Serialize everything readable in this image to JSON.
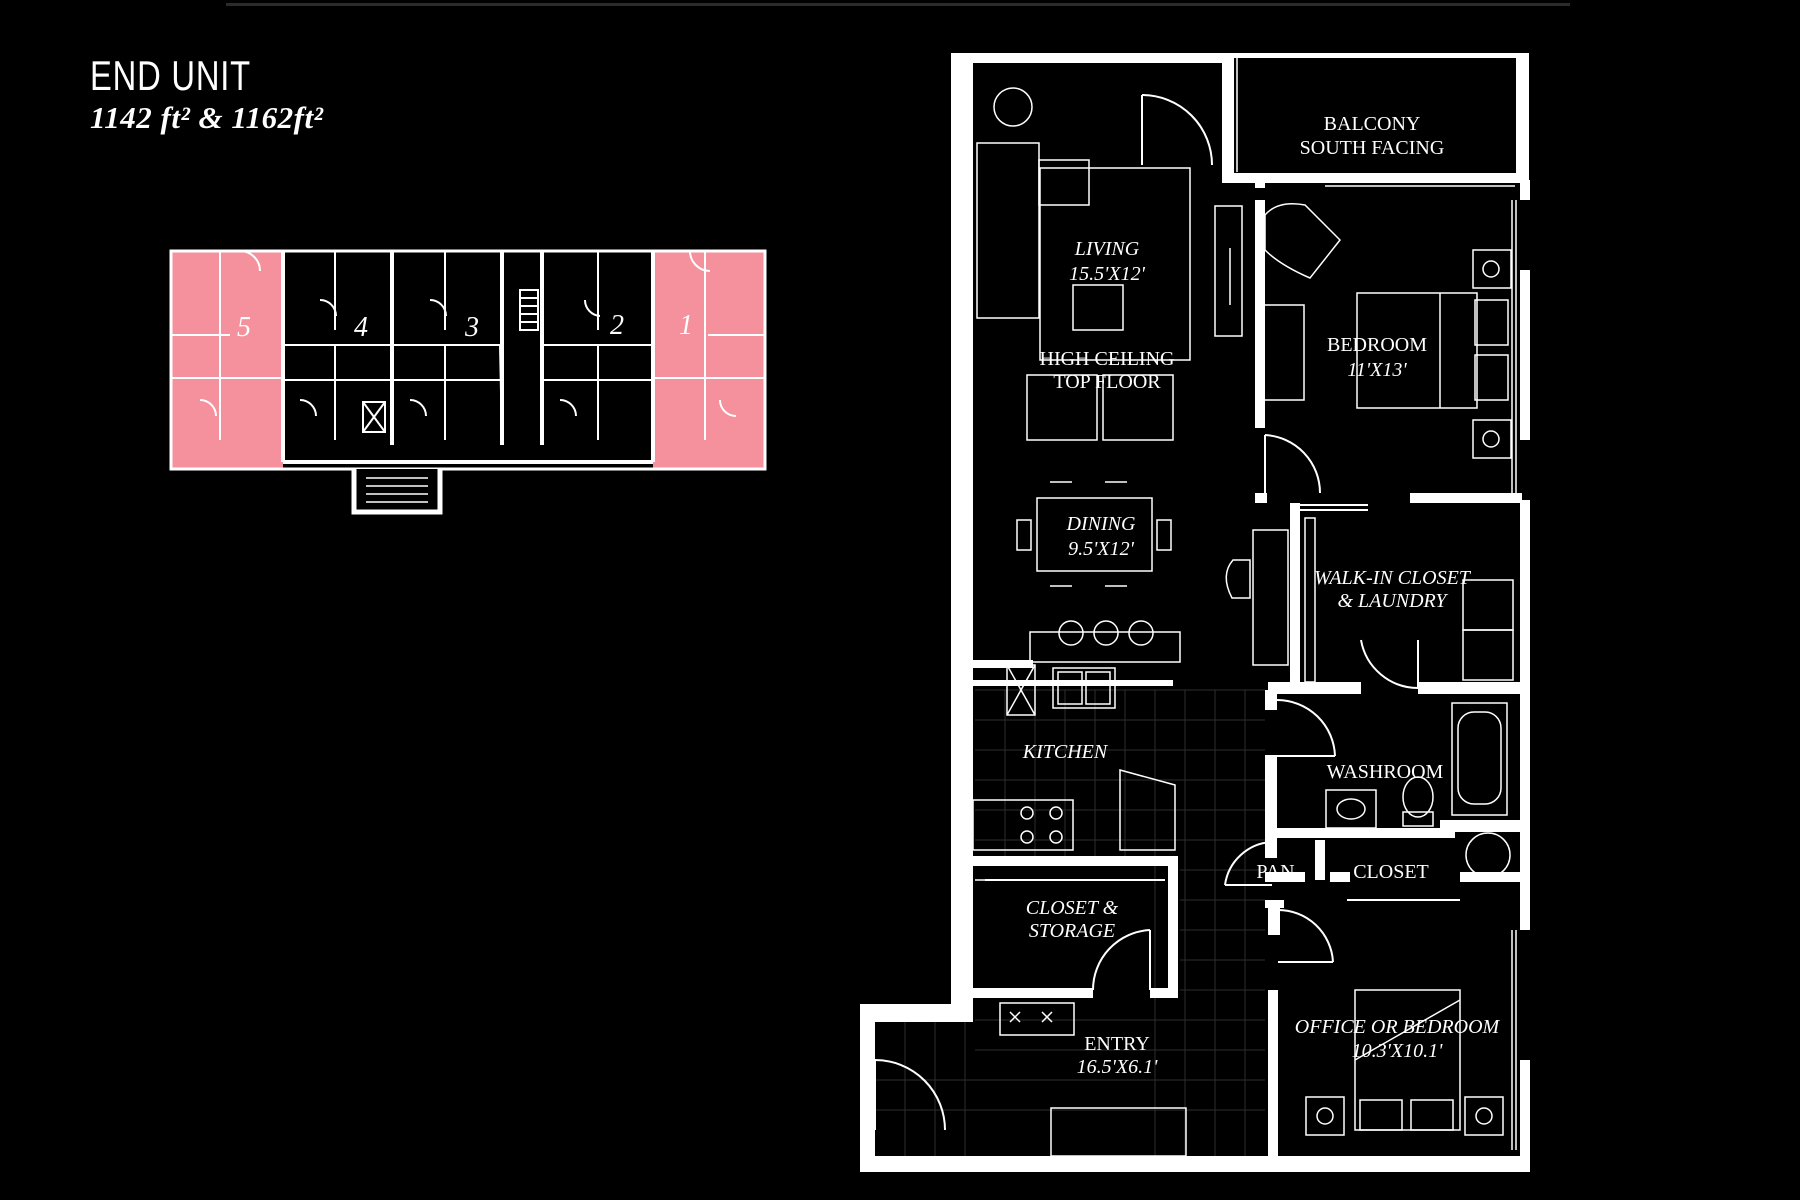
{
  "header": {
    "title": "END UNIT",
    "area": "1142 ft² & 1162ft²"
  },
  "key_plan": {
    "highlight_color": "#f4919c",
    "units": [
      {
        "number": "1",
        "highlighted": true
      },
      {
        "number": "2",
        "highlighted": false
      },
      {
        "number": "3",
        "highlighted": false
      },
      {
        "number": "4",
        "highlighted": false
      },
      {
        "number": "5",
        "highlighted": true
      }
    ]
  },
  "rooms": {
    "balcony": {
      "line1": "BALCONY",
      "line2": "SOUTH FACING"
    },
    "living": {
      "line1": "LIVING",
      "line2": "15.5'X12'"
    },
    "ceiling_note": {
      "line1": "HIGH CEILING",
      "line2": "TOP FLOOR"
    },
    "bedroom": {
      "line1": "BEDROOM",
      "line2": "11'X13'"
    },
    "dining": {
      "line1": "DINING",
      "line2": "9.5'X12'"
    },
    "walkin": {
      "line1": "WALK-IN CLOSET",
      "line2": "& LAUNDRY"
    },
    "kitchen": {
      "line1": "KITCHEN"
    },
    "washroom": {
      "line1": "WASHROOM"
    },
    "pantry": {
      "line1": "PAN."
    },
    "closet": {
      "line1": "CLOSET"
    },
    "storage": {
      "line1": "CLOSET &",
      "line2": "STORAGE"
    },
    "entry": {
      "line1": "ENTRY",
      "line2": "16.5'X6.1'"
    },
    "office": {
      "line1": "OFFICE OR BEDROOM",
      "line2": "10.3'X10.1'"
    }
  }
}
